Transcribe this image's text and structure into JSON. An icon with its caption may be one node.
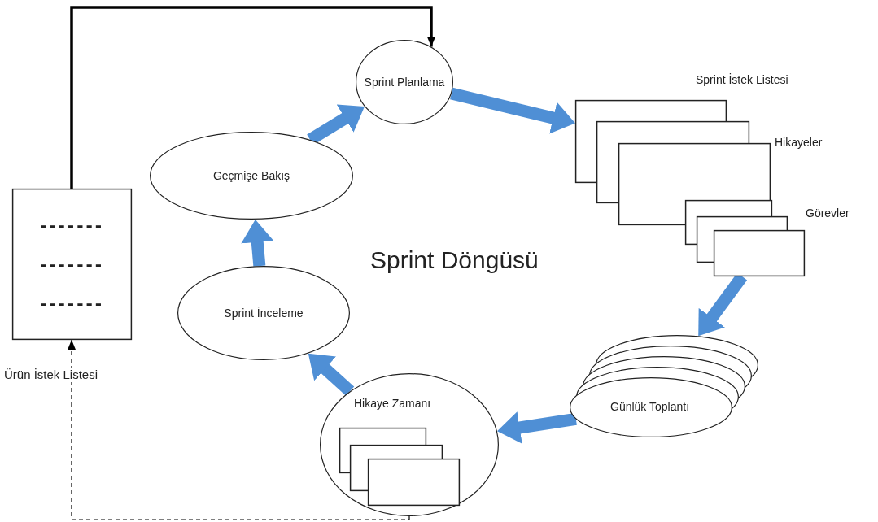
{
  "diagram": {
    "title": "Sprint Döngüsü",
    "nodes": [
      {
        "text": [
          "-------",
          "-------",
          "-------"
        ],
        "beside": [
          "Ürün İstek Listesi"
        ]
      },
      {
        "text": [
          "Sprint Planlama"
        ]
      },
      {
        "text": [
          "Sprint İstek Listesi"
        ]
      },
      {
        "text": [],
        "shape": "box"
      },
      {
        "text": [
          "Hikayeler"
        ]
      },
      {
        "text": [],
        "shape": "box"
      },
      {
        "text": [
          "Görevler"
        ]
      },
      {
        "text": [],
        "shape": "box"
      },
      {
        "text": [
          "Günlük Toplantı"
        ]
      },
      {
        "text": [
          "Hikaye Zamanı"
        ]
      },
      {
        "text": [],
        "shape": "box",
        "in": 9
      },
      {
        "text": [],
        "shape": "box",
        "in": 9
      },
      {
        "text": [],
        "shape": "box",
        "in": 9
      },
      {
        "text": [
          "Sprint İnceleme"
        ]
      },
      {
        "text": [
          "Geçmişe Bakış"
        ]
      }
    ],
    "edges": [
      {
        "from": 0,
        "to": 1,
        "arrow": "to",
        "style": "thick",
        "color": "#000000"
      },
      {
        "from": 1,
        "to": 2,
        "arrow": "to",
        "style": "thick"
      },
      {
        "from": 7,
        "to": 8,
        "arrow": "to",
        "style": "thick"
      },
      {
        "from": 8,
        "to": 9,
        "arrow": "to",
        "style": "thick"
      },
      {
        "from": 9,
        "to": 13,
        "arrow": "to",
        "style": "thick"
      },
      {
        "from": 13,
        "to": 14,
        "arrow": "to",
        "style": "thick"
      },
      {
        "from": 14,
        "to": 1,
        "arrow": "to",
        "style": "thick"
      },
      {
        "from": 9,
        "to": 0,
        "arrow": "to",
        "style": "dashed",
        "color": "#000000"
      }
    ]
  }
}
